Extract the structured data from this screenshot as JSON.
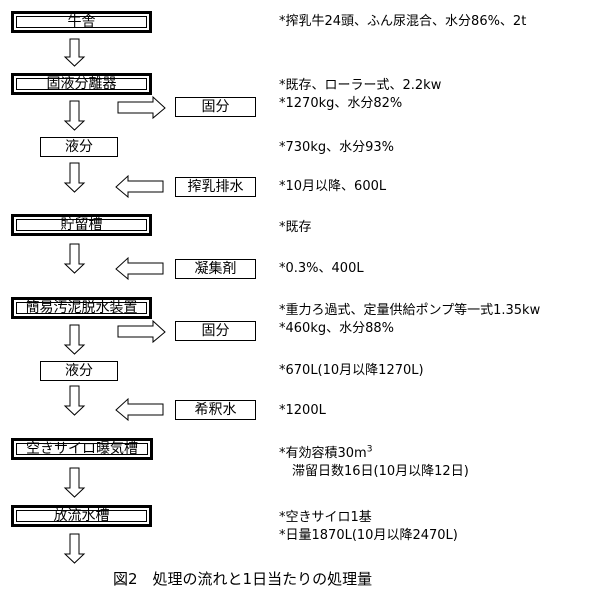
{
  "flow": {
    "steps": [
      {
        "label": "牛舎"
      },
      {
        "label": "固液分離器"
      },
      {
        "label": "貯留槽"
      },
      {
        "label": "簡易汚泥脱水装置"
      },
      {
        "label": "空きサイロ曝気槽"
      },
      {
        "label": "放流水槽"
      }
    ],
    "sub_boxes": {
      "solid_1": "固分",
      "liquid_1": "液分",
      "milking_wastewater": "搾乳排水",
      "coagulant": "凝集剤",
      "solid_2": "固分",
      "liquid_2": "液分",
      "dilution_water": "希釈水"
    },
    "arrows": {
      "down": "down-arrow",
      "right": "right-arrow",
      "left": "left-arrow"
    }
  },
  "notes": {
    "barn": "*搾乳牛24頭、ふん尿混合、水分86%、2t",
    "separator_1": "*既存、ローラー式、2.2kw",
    "separator_2": "*1270kg、水分82%",
    "liquid_1": "*730kg、水分93%",
    "milking": "*10月以降、600L",
    "storage": "*既存",
    "coagulant": "*0.3%、400L",
    "dewater_1": "*重力ろ過式、定量供給ポンプ等一式1.35kw",
    "dewater_2": "*460kg、水分88%",
    "liquid_2": "*670L(10月以降1270L)",
    "dilution": "*1200L",
    "aeration_1_prefix": "*有効容積30m",
    "aeration_1_sup": "3",
    "aeration_2": "滞留日数16日(10月以降12日)",
    "discharge_1": "*空きサイロ1基",
    "discharge_2": "*日量1870L(10月以降2470L)"
  },
  "caption": "図2　処理の流れと1日当たりの処理量"
}
